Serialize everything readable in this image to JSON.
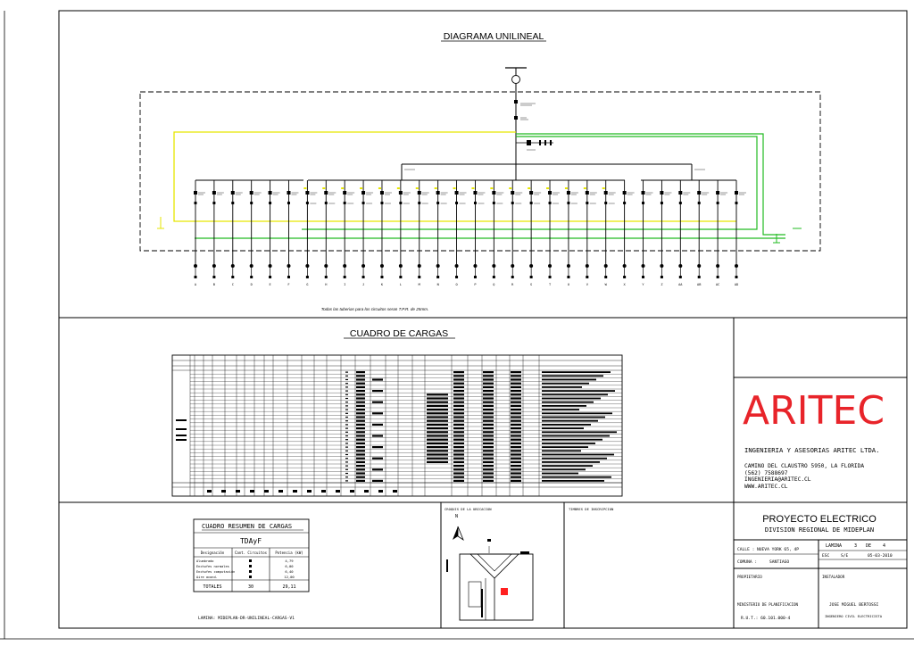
{
  "diagram_title": "DIAGRAMA UNILINEAL",
  "tuberias_note": "Todas las tuberias para los circuitos seran T.P.R. de 25mm.",
  "cuadro_cargas_title": "CUADRO DE CARGAS",
  "resumen": {
    "title": "CUADRO RESUMEN DE CARGAS",
    "board": "TDAyF",
    "headers": [
      "Designación",
      "Cant. Circuitos",
      "Potencia (kW)"
    ],
    "rows": [
      [
        "Alumbrado",
        "",
        "4,79"
      ],
      [
        "Enchufes normales",
        "",
        "6,00"
      ],
      [
        "Enchufes computación",
        "",
        "6,40"
      ],
      [
        "Aire acond.",
        "",
        "12,00"
      ]
    ],
    "total_label": "TOTALES",
    "total_circuits": "30",
    "total_power": "29,11"
  },
  "lamina_code": "LAMINA: MIDEPLAN-DR-UNILINEAL-CARGAS-V1",
  "ubicacion_title": "CROQUIS DE LA UBICACION",
  "inscripcion_title": "TIMBRES DE INSCRIPCION",
  "company": {
    "logo": "ARITEC",
    "name": "INGENIERIA Y ASESORIAS ARITEC LTDA.",
    "address": "CAMINO DEL CLAUSTRO 5950, LA FLORIDA",
    "phone": "(562) 7588697",
    "email": "INGENIERIA@ARITEC.CL",
    "web": "WWW.ARITEC.CL"
  },
  "project": {
    "title": "PROYECTO ELECTRICO",
    "subtitle": "DIVISION REGIONAL DE MIDEPLAN",
    "calle_label": "CALLE :",
    "calle_value": "NUEVA YORK 65, 4P",
    "comuna_label": "COMUNA :",
    "comuna_value": "SANTIAGO",
    "lamina_label": "LAMINA",
    "lamina_num": "3",
    "lamina_de": "DE",
    "lamina_total": "4",
    "esc_label": "ESC",
    "esc_value": "S/E",
    "date": "05-03-2010",
    "propietario_label": "PROPIETARIO",
    "propietario_value": "MINISTERIO DE PLANIFICACION",
    "rut": "R.U.T.: 60.101.000-4",
    "instalador_label": "INSTALADOR",
    "instalador_value": "JOSE MIGUEL BERTOSSI",
    "instalador_role": "INGENIERO CIVIL ELECTRICISTA"
  },
  "circuits": {
    "labels": [
      "A",
      "B",
      "C",
      "D",
      "E",
      "F",
      "G",
      "H",
      "I",
      "J",
      "K",
      "L",
      "M",
      "N",
      "O",
      "P",
      "Q",
      "R",
      "S",
      "T",
      "U",
      "V",
      "W",
      "X",
      "Y",
      "Z",
      "AA",
      "AB",
      "AC",
      "AD"
    ],
    "breaker_ids": [
      "1",
      "2",
      "3",
      "4",
      "5",
      "6",
      "7",
      "8",
      "9",
      "10",
      "11",
      "12",
      "13",
      "14",
      "15",
      "16",
      "17",
      "18",
      "19",
      "20",
      "21",
      "22",
      "23",
      "24",
      "25",
      "26",
      "27",
      "28",
      "29",
      "30"
    ]
  },
  "colors": {
    "line": "#000000",
    "yellow_bus": "#e6e600",
    "green_bus": "#22bb22",
    "logo_red": "#e8242a",
    "marker_red": "#ff2020"
  }
}
